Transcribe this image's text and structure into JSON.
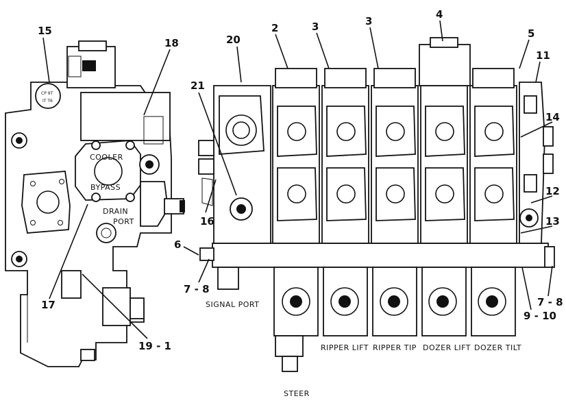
{
  "callouts": {
    "c15": "15",
    "c18": "18",
    "c20": "20",
    "c2": "2",
    "c3a": "3",
    "c3b": "3",
    "c4": "4",
    "c5": "5",
    "c11": "11",
    "c21": "21",
    "c14": "14",
    "c12": "12",
    "c13": "13",
    "c16": "16",
    "c6": "6",
    "c7_8_left": "7 - 8",
    "c7_8_right": "7 - 8",
    "c9_10": "9 - 10",
    "c17": "17",
    "c19_1": "19 - 1"
  },
  "labels": {
    "cooler": "COOLER",
    "bypass": "BYPASS",
    "drain": "DRAIN",
    "port": "PORT",
    "signal_port": "SIGNAL PORT",
    "ripper_lift": "RIPPER LIFT",
    "ripper_tip": "RIPPER TIP",
    "dozer_lift": "DOZER LIFT",
    "dozer_tilt": "DOZER TILT",
    "steer": "STEER",
    "plate_l1": "CP  9T",
    "plate_l2": "IT  T6"
  },
  "colors": {
    "ink": "#111111",
    "paper": "#ffffff"
  }
}
